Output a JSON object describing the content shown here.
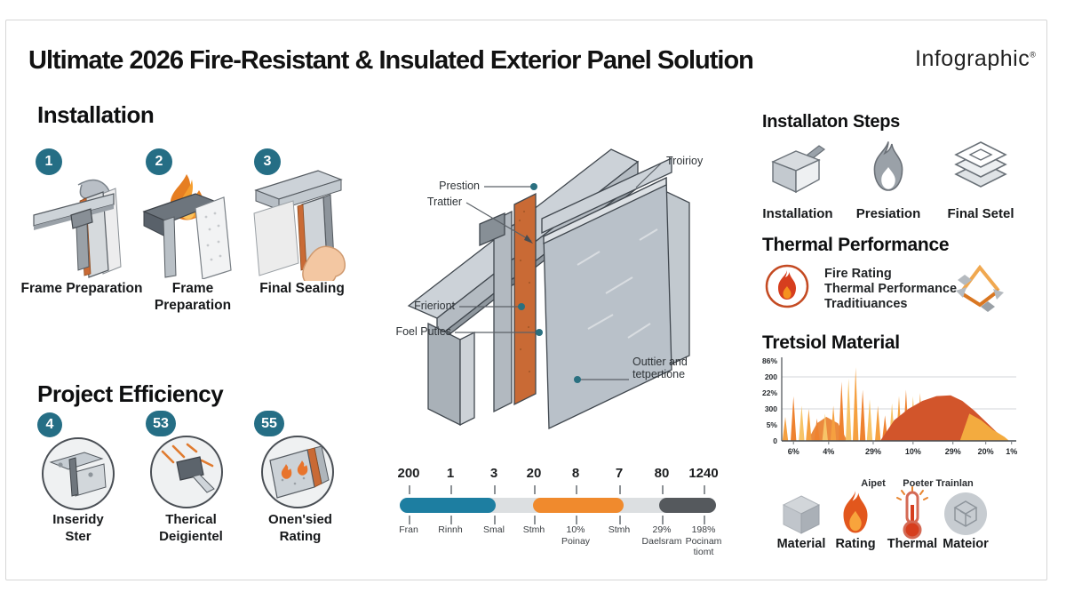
{
  "colors": {
    "badge_teal": "#256e85",
    "bar_teal": "#1d7ea1",
    "seg_gray": "#dcdfe1",
    "seg_dark": "#55595d",
    "orange": "#f08a2d",
    "insulation": "#c96a35",
    "panel_gray": "#b9c1c9",
    "thermal_red": "#d63e1e"
  },
  "header": {
    "title": "Ultimate 2026 Fire-Resistant & Insulated Exterior Panel Solution",
    "brand": "Infographic",
    "brand_mark": "®"
  },
  "installation": {
    "heading": "Installation",
    "steps": [
      {
        "number": "1",
        "label": "Frame Preparation"
      },
      {
        "number": "2",
        "label": "Frame Preparation"
      },
      {
        "number": "3",
        "label": "Final Sealing"
      }
    ]
  },
  "project_efficiency": {
    "heading": "Project Efficiency",
    "steps": [
      {
        "number": "4",
        "label_line1": "Inseridy",
        "label_line2": "Ster"
      },
      {
        "number": "53",
        "label_line1": "Therical",
        "label_line2": "Deigientel"
      },
      {
        "number": "55",
        "label_line1": "Onen'sied",
        "label_line2": "Rating"
      }
    ]
  },
  "diagram": {
    "labels": {
      "prestion": "Prestion",
      "trattier": "Trattier",
      "troirioy": "Troirioy",
      "frieriont": "Frieriont",
      "foel_puties": "Foel Puties",
      "outtier_line1": "Outtier and",
      "outtier_line2": "tetpertione"
    }
  },
  "scale_bar": {
    "points": [
      {
        "value": "200",
        "label": "Fran"
      },
      {
        "value": "1",
        "label": "Rinnh"
      },
      {
        "value": "3",
        "label": "Smal"
      },
      {
        "value": "20",
        "label": "Stmh"
      },
      {
        "value": "8",
        "label": "10% Poinay"
      },
      {
        "value": "7",
        "label": "Stmh"
      },
      {
        "value": "80",
        "label": "29% Daelsram"
      },
      {
        "value": "1240",
        "label": "198% Pocinam tiomt"
      }
    ]
  },
  "steps_panel": {
    "heading": "Installaton Steps",
    "items": [
      {
        "label": "Installation"
      },
      {
        "label": "Presiation"
      },
      {
        "label": "Final Setel"
      }
    ]
  },
  "thermal": {
    "heading": "Thermal Performance",
    "line1": "Fire Rating",
    "line2": "Thermal Performance",
    "line3": "Traditiuances"
  },
  "materials_panel": {
    "annotation1": "Aipet",
    "annotation2": "Poeter Trainlan",
    "items": [
      {
        "label": "Material"
      },
      {
        "label": "Rating"
      },
      {
        "label": "Thermal"
      },
      {
        "label": "Mateior"
      }
    ]
  },
  "chart_data": {
    "type": "area",
    "title": "Tretsiol Material",
    "xlabel": "",
    "ylabel": "",
    "legend": "none",
    "grid": "horizontal",
    "y_ticks": [
      "86%",
      "200",
      "22%",
      "300",
      "5%",
      "0"
    ],
    "x_ticks": [
      "6%",
      "4%",
      "29%",
      "10%",
      "29%",
      "20%",
      "1%"
    ],
    "x_tick_pos": [
      0.05,
      0.2,
      0.39,
      0.56,
      0.73,
      0.87,
      0.98
    ],
    "gridline_rows": [
      1,
      3
    ],
    "series": [
      {
        "name": "left-bump",
        "type": "area",
        "color": "#eb8a3e",
        "points": [
          [
            0.11,
            0
          ],
          [
            0.15,
            0.22
          ],
          [
            0.19,
            0.3
          ],
          [
            0.24,
            0.22
          ],
          [
            0.28,
            0
          ]
        ]
      },
      {
        "name": "spike-field",
        "type": "spikes",
        "colors": [
          "#f5a040",
          "#ee8230",
          "#f7c468"
        ],
        "values": [
          [
            0.015,
            0.3
          ],
          [
            0.05,
            0.56
          ],
          [
            0.085,
            0.44
          ],
          [
            0.115,
            0.4
          ],
          [
            0.15,
            0.28
          ],
          [
            0.185,
            0.34
          ],
          [
            0.22,
            0.44
          ],
          [
            0.255,
            0.74
          ],
          [
            0.285,
            0.78
          ],
          [
            0.315,
            0.92
          ],
          [
            0.345,
            0.64
          ],
          [
            0.375,
            0.52
          ],
          [
            0.41,
            0.44
          ],
          [
            0.44,
            0.32
          ],
          [
            0.47,
            0.47
          ],
          [
            0.5,
            0.56
          ],
          [
            0.53,
            0.64
          ],
          [
            0.56,
            0.56
          ],
          [
            0.59,
            0.6
          ],
          [
            0.62,
            0.5
          ],
          [
            0.65,
            0.38
          ],
          [
            0.69,
            0.28
          ]
        ]
      },
      {
        "name": "main-mound",
        "type": "area",
        "color": "#d2552b",
        "points": [
          [
            0.42,
            0
          ],
          [
            0.48,
            0.26
          ],
          [
            0.54,
            0.4
          ],
          [
            0.6,
            0.5
          ],
          [
            0.66,
            0.56
          ],
          [
            0.72,
            0.57
          ],
          [
            0.77,
            0.5
          ],
          [
            0.82,
            0.38
          ],
          [
            0.87,
            0.24
          ],
          [
            0.92,
            0.1
          ],
          [
            0.95,
            0
          ]
        ]
      },
      {
        "name": "right-tail",
        "type": "area",
        "color": "#f3ab3f",
        "points": [
          [
            0.76,
            0
          ],
          [
            0.8,
            0.34
          ],
          [
            0.85,
            0.26
          ],
          [
            0.9,
            0.14
          ],
          [
            0.95,
            0.05
          ],
          [
            0.97,
            0
          ]
        ]
      }
    ]
  }
}
